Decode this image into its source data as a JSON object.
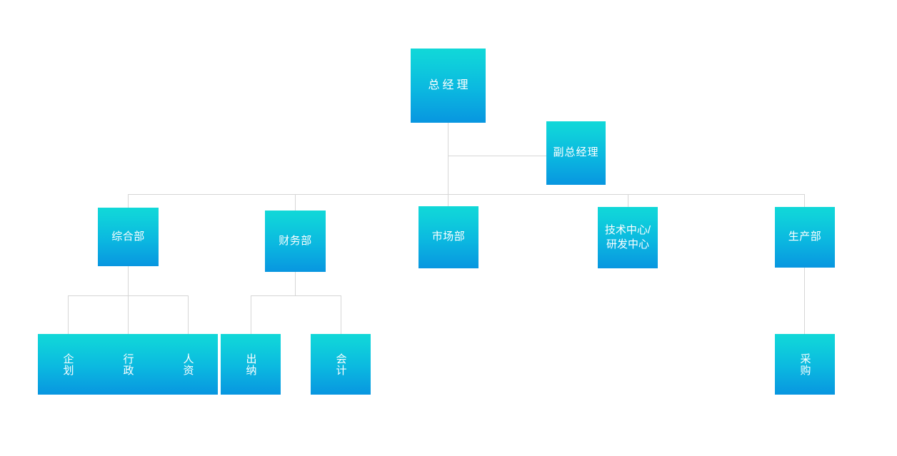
{
  "chart": {
    "type": "org-chart",
    "title": "",
    "theme": {
      "box_gradient_top": "#11d8d8",
      "box_gradient_bottom": "#0896e0",
      "text_color": "#ffffff",
      "connector_color": "#d6d6d6",
      "background": "#ffffff"
    },
    "nodes": {
      "general_manager": {
        "label": "总经理"
      },
      "deputy_general_manager": {
        "label": "副总经理"
      },
      "general_affairs": {
        "label": "综合部"
      },
      "finance": {
        "label": "财务部"
      },
      "marketing": {
        "label": "市场部"
      },
      "tech_center": {
        "label": "技术中心/\n研发中心"
      },
      "production": {
        "label": "生产部"
      },
      "planning": {
        "label": "企划"
      },
      "administration": {
        "label": "行政"
      },
      "human_resources": {
        "label": "人资"
      },
      "cashier": {
        "label": "出纳"
      },
      "accounting": {
        "label": "会计"
      },
      "purchasing": {
        "label": "采购"
      }
    },
    "hierarchy": [
      {
        "label": "总经理",
        "children": [
          {
            "label": "副总经理",
            "children": []
          },
          {
            "label": "综合部",
            "children": [
              {
                "label": "企划"
              },
              {
                "label": "行政"
              },
              {
                "label": "人资"
              }
            ]
          },
          {
            "label": "财务部",
            "children": [
              {
                "label": "出纳"
              },
              {
                "label": "会计"
              }
            ]
          },
          {
            "label": "市场部",
            "children": []
          },
          {
            "label": "技术中心/研发中心",
            "children": []
          },
          {
            "label": "生产部",
            "children": [
              {
                "label": "采购"
              }
            ]
          }
        ]
      }
    ]
  }
}
